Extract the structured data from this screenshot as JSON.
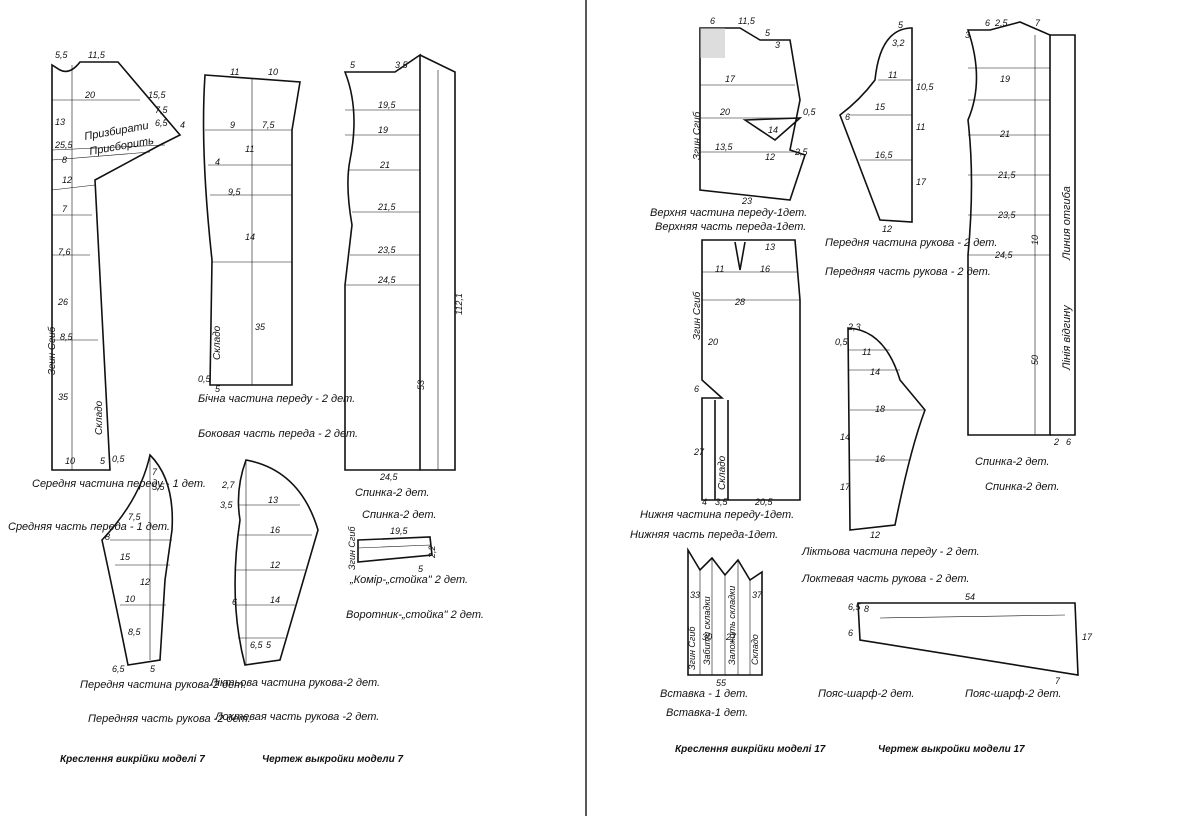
{
  "pages": {
    "left": {
      "footer_ua": "Креслення викрійки моделі 7",
      "footer_ru": "Чертеж выкройки модели 7",
      "pieces": {
        "middle_front": {
          "ua": "Середня частина переду - 1 дет.",
          "ru": "Средняя часть переда - 1 дет.",
          "inner": [
            "Призбирати",
            "Присборить",
            "Згин Сгиб",
            "Складо"
          ],
          "dims": [
            "5,5",
            "11,5",
            "20",
            "15,5",
            "7,5",
            "6,5",
            "4",
            "13",
            "25,5",
            "8",
            "12",
            "7",
            "7,6",
            "26",
            "8,5",
            "35",
            "10",
            "5",
            "0,5"
          ]
        },
        "side_front": {
          "ua": "Бічна частина переду - 2 дет.",
          "ru": "Боковая часть переда - 2 дет.",
          "inner": [
            "Складо"
          ],
          "dims": [
            "11",
            "10",
            "9",
            "7,5",
            "4",
            "9,5",
            "11",
            "14",
            "35",
            "5",
            "0,5"
          ]
        },
        "back_left": {
          "ua": "Спинка-2 дет.",
          "ru": "Спинка-2 дет.",
          "dims": [
            "5",
            "3,5",
            "19,5",
            "19",
            "21",
            "21,5",
            "23,5",
            "24,5",
            "112,1",
            "53",
            "24,5"
          ]
        },
        "collar": {
          "ua": "„Комір-„стойка\" 2 дет.",
          "ru": "Воротник-„стойка\" 2 дет.",
          "inner": [
            "Згин Сгиб"
          ],
          "dims": [
            "19,5",
            "2,2",
            "5"
          ]
        },
        "front_sleeve": {
          "ua": "Передня частина рукова-2 дет.",
          "ru": "Передняя часть рукова -2 дет.",
          "dims": [
            "7",
            "5,5",
            "7,5",
            "8",
            "15",
            "12",
            "10",
            "8,5",
            "6,5",
            "5"
          ]
        },
        "elbow_sleeve": {
          "ua": "Ліктьова частина рукова-2 дет.",
          "ru": "Локтевая часть рукова -2 дет.",
          "dims": [
            "2,7",
            "3,5",
            "13",
            "16",
            "12",
            "14",
            "6",
            "6,5",
            "5"
          ]
        }
      }
    },
    "right": {
      "footer_ua": "Креслення викрійки моделі 17",
      "footer_ru": "Чертеж выкройки модели 17",
      "pieces": {
        "upper_front": {
          "ua": "Верхня частина переду-1дет.",
          "ru": "Верхняя часть переда-1дет.",
          "inner": [
            "Згин Сгиб"
          ],
          "dims": [
            "6",
            "11,5",
            "5",
            "3",
            "17",
            "20",
            "14",
            "13,5",
            "12",
            "2,5",
            "0,5",
            "23"
          ]
        },
        "lower_front": {
          "ua": "Нижня частина переду-1дет.",
          "ru": "Нижняя часть переда-1дет.",
          "inner": [
            "Згин Сгиб",
            "Складо"
          ],
          "dims": [
            "13",
            "11",
            "16",
            "28",
            "20",
            "6",
            "27",
            "4",
            "3,5",
            "20,5"
          ]
        },
        "front_sleeve": {
          "ua": "Передня частина рукова - 2 дет.",
          "ru": "Передняя часть рукова - 2 дет.",
          "dims": [
            "5",
            "3,2",
            "11",
            "15",
            "6",
            "16,5",
            "10,5",
            "11",
            "17",
            "12"
          ]
        },
        "elbow_sleeve": {
          "ua": "Ліктьова частина переду - 2 дет.",
          "ru": "Локтевая часть рукова - 2 дет.",
          "dims": [
            "2,3",
            "0,5",
            "11",
            "14",
            "18",
            "16",
            "14",
            "17",
            "12"
          ]
        },
        "back": {
          "ua": "Спинка-2 дет.",
          "ru": "Спинка-2 дет.",
          "inner": [
            "Лінія відгину",
            "Линия отгиба"
          ],
          "dims": [
            "6",
            "2,5",
            "7",
            "3",
            "19",
            "21",
            "21,5",
            "23,5",
            "24,5",
            "50",
            "10",
            "2",
            "6"
          ]
        },
        "insert": {
          "ua": "Вставка - 1 дет.",
          "ru": "Вставка-1 дет.",
          "inner": [
            "Згин Сгиб",
            "Забити складки",
            "Заложить складки",
            "Складо"
          ],
          "dims": [
            "33",
            "37",
            "30",
            "27",
            "55"
          ]
        },
        "sash": {
          "ua": "Пояс-шарф-2 дет.",
          "ru": "Пояс-шарф-2 дет.",
          "dims": [
            "54",
            "8",
            "6,5",
            "6",
            "17",
            "7"
          ]
        }
      }
    }
  }
}
